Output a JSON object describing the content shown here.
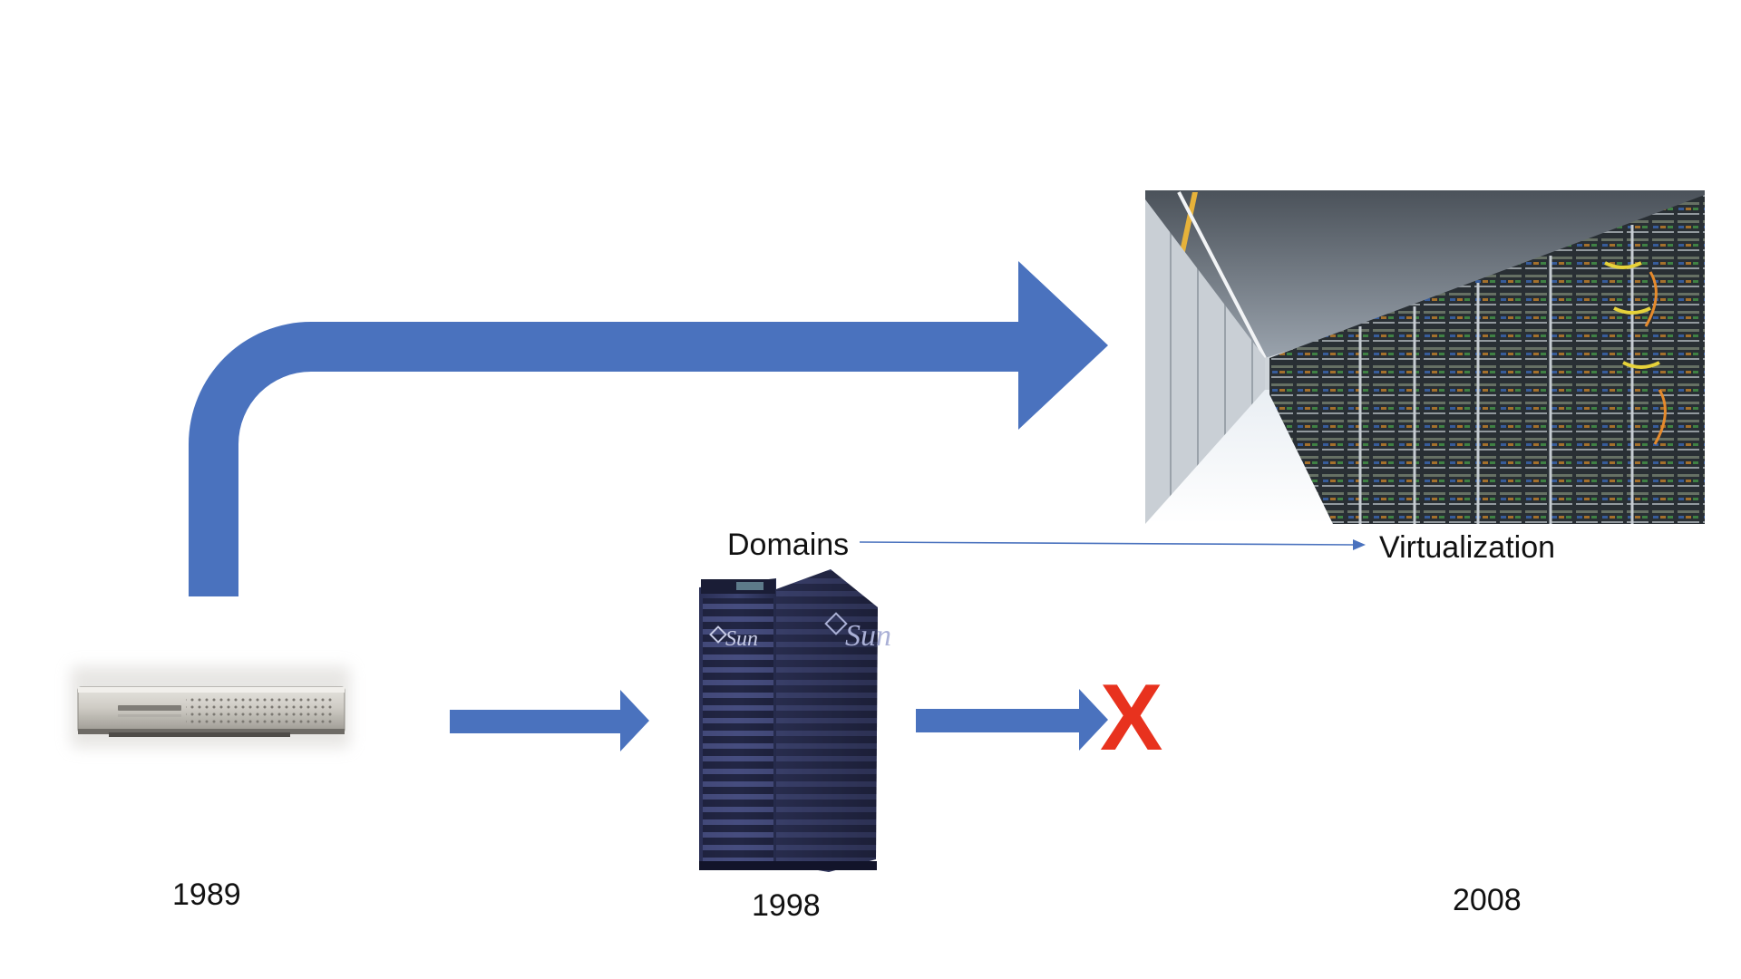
{
  "slide": {
    "years": {
      "first": "1989",
      "second": "1998",
      "third": "2008"
    },
    "labels": {
      "domains": "Domains",
      "virtualization": "Virtualization"
    },
    "mark": {
      "text": "X",
      "color": "#e8321e"
    },
    "server_brand": "Sun",
    "colors": {
      "arrow": "#4a72be",
      "thin_arrow": "#4a72be"
    },
    "icons": {
      "desktop": "pizza-box-computer-image",
      "tower": "sun-enterprise-server-image",
      "datacenter": "datacenter-racks-photo"
    }
  }
}
